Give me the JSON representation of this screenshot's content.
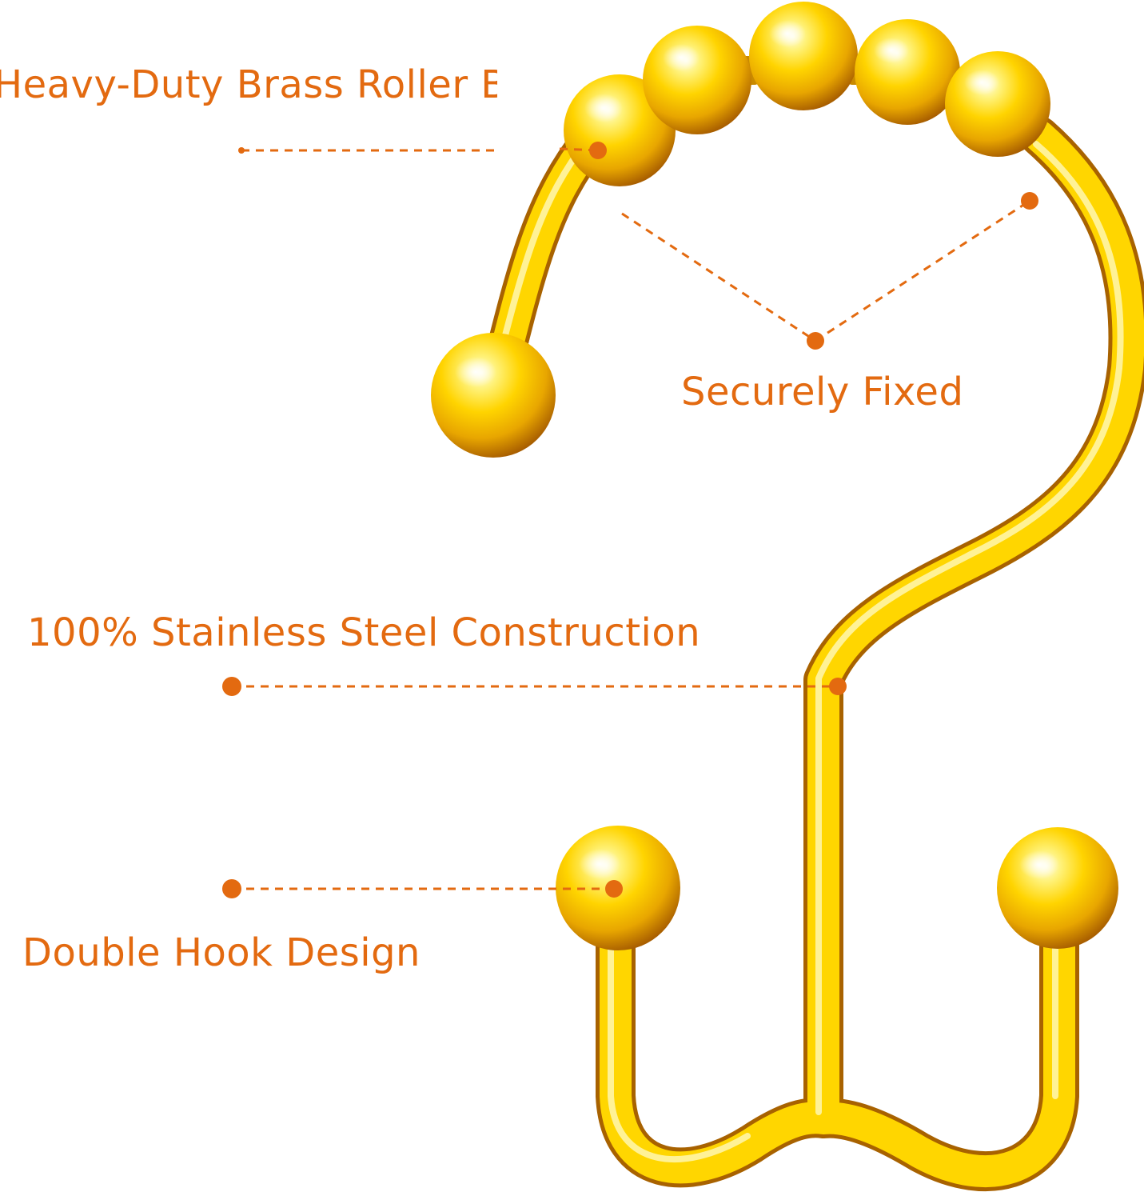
{
  "theme": {
    "accent": "#e36a10",
    "gold_light": "#fff8a0",
    "gold_mid": "#ffd800",
    "gold_dark": "#b86e00"
  },
  "product": {
    "name": "gold-double-hook-shower-curtain-ring",
    "roller_ball_count": 5
  },
  "callouts": {
    "rollers": "Heavy-Duty Brass Roller Balls",
    "fixed": "Securely Fixed",
    "steel": "100% Stainless Steel Construction",
    "hook": "Double Hook Design"
  }
}
